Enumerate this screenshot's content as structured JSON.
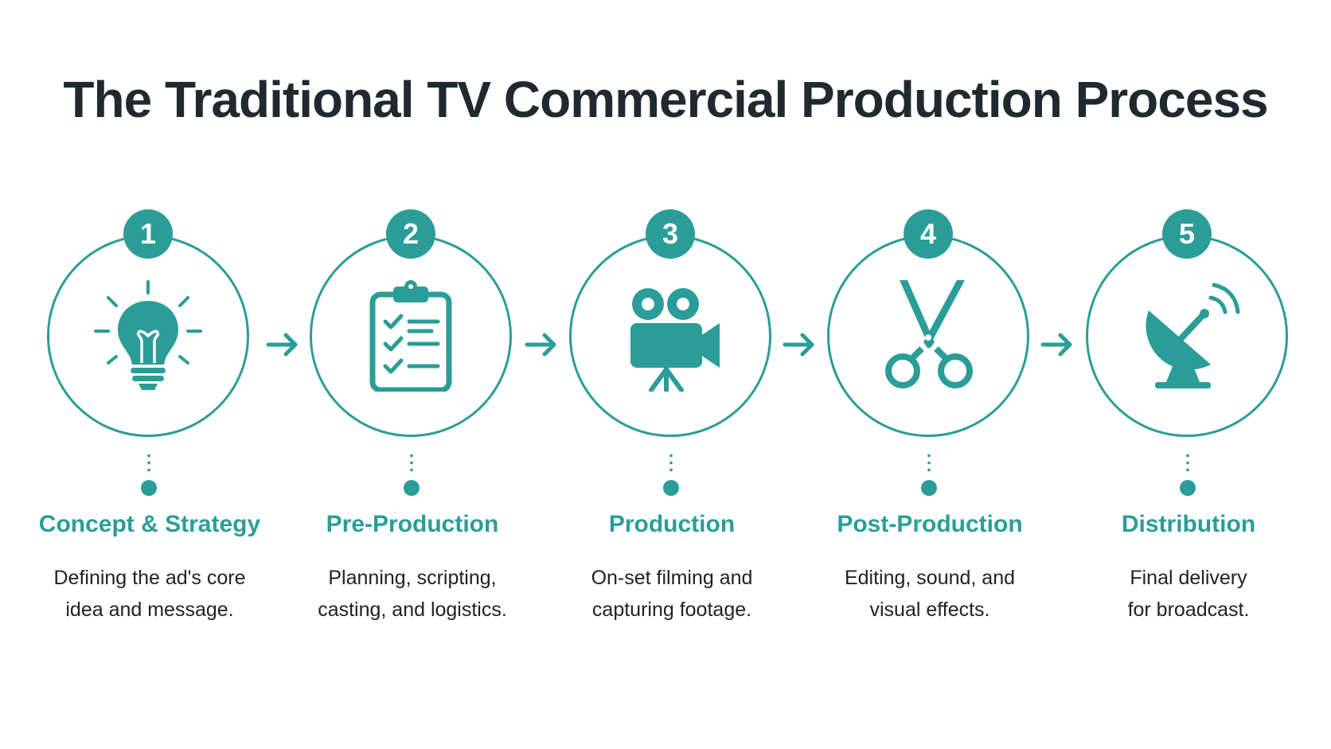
{
  "title": "The Traditional TV Commercial Production Process",
  "accent_color": "#2a9d98",
  "steps": [
    {
      "number": "1",
      "title": "Concept & Strategy",
      "desc_line1": "Defining the ad's core",
      "desc_line2": "idea and message.",
      "icon": "lightbulb-icon"
    },
    {
      "number": "2",
      "title": "Pre-Production",
      "desc_line1": "Planning, scripting,",
      "desc_line2": "casting, and logistics.",
      "icon": "clipboard-checklist-icon"
    },
    {
      "number": "3",
      "title": "Production",
      "desc_line1": "On-set filming and",
      "desc_line2": "capturing footage.",
      "icon": "film-camera-icon"
    },
    {
      "number": "4",
      "title": "Post-Production",
      "desc_line1": "Editing, sound, and",
      "desc_line2": "visual effects.",
      "icon": "scissors-icon"
    },
    {
      "number": "5",
      "title": "Distribution",
      "desc_line1": "Final delivery",
      "desc_line2": "for broadcast.",
      "icon": "satellite-dish-icon"
    }
  ],
  "connectors": [
    "arrow-right-icon",
    "arrow-right-icon",
    "arrow-right-icon",
    "arrow-right-icon"
  ]
}
